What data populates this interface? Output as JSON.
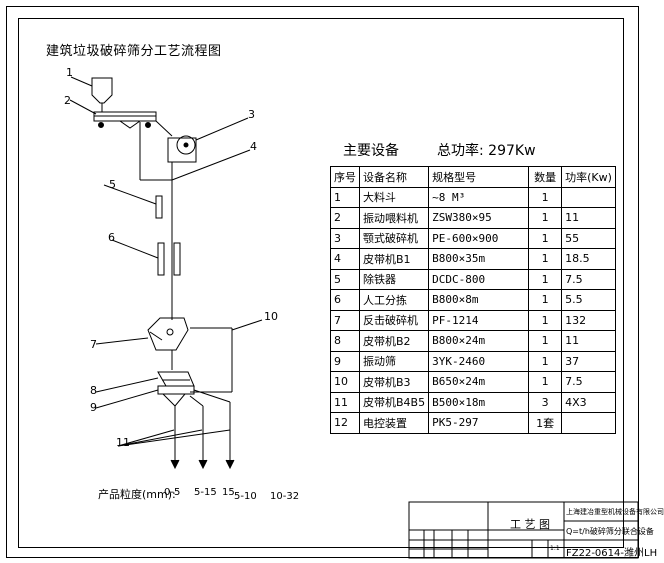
{
  "title": "建筑垃圾破碎筛分工艺流程图",
  "equipment_header": "主要设备",
  "total_power_label": "总功率: 297Kw",
  "table": {
    "columns": [
      "序号",
      "设备名称",
      "规格型号",
      "数量",
      "功率(Kw)"
    ],
    "rows": [
      [
        "1",
        "大料斗",
        "~8 M³",
        "1",
        ""
      ],
      [
        "2",
        "振动喂料机",
        "ZSW380×95",
        "1",
        "11"
      ],
      [
        "3",
        "颚式破碎机",
        "PE-600×900",
        "1",
        "55"
      ],
      [
        "4",
        "皮带机B1",
        "B800×35m",
        "1",
        "18.5"
      ],
      [
        "5",
        "除铁器",
        "DCDC-800",
        "1",
        "7.5"
      ],
      [
        "6",
        "人工分拣",
        "B800×8m",
        "1",
        "5.5"
      ],
      [
        "7",
        "反击破碎机",
        "PF-1214",
        "1",
        "132"
      ],
      [
        "8",
        "皮带机B2",
        "B800×24m",
        "1",
        "11"
      ],
      [
        "9",
        "振动筛",
        "3YK-2460",
        "1",
        "37"
      ],
      [
        "10",
        "皮带机B3",
        "B650×24m",
        "1",
        "7.5"
      ],
      [
        "11",
        "皮带机B4B5",
        "B500×18m",
        "3",
        "4X3"
      ],
      [
        "12",
        "电控装置",
        "PK5-297",
        "1套",
        ""
      ]
    ]
  },
  "callouts": [
    "1",
    "2",
    "3",
    "4",
    "5",
    "6",
    "7",
    "8",
    "9",
    "10",
    "11"
  ],
  "product_label": "产品粒度(mm):",
  "product_sizes": [
    "0-5",
    "5-15",
    "15",
    "5-10",
    "10-32"
  ],
  "title_block": {
    "company": "上海建冶重型机械设备有限公司",
    "project": "Q=t/h破碎筛分联合设备",
    "drawing_type": "工 艺 图",
    "drawing_no": "FZ22-0614-潍州LH",
    "scale": "1:1"
  }
}
